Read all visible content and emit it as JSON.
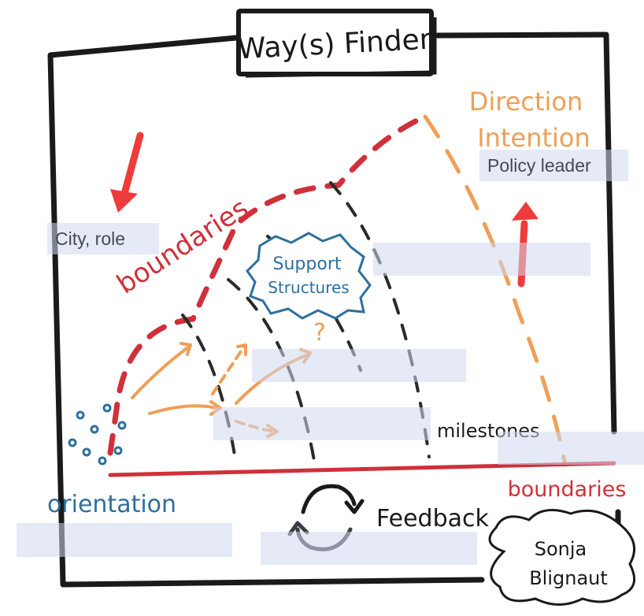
{
  "title": "Way(s) Finder",
  "labels": {
    "direction": "Direction",
    "intention": "Intention",
    "boundaries_top": "boundaries",
    "support_line1": "Support",
    "support_line2": "Structures",
    "question": "?",
    "milestones": "milestones",
    "orientation": "orientation",
    "boundaries_bottom": "boundaries",
    "feedback": "Feedback",
    "author_line1": "Sonja",
    "author_line2": "Blignaut"
  },
  "overlays": {
    "city_role": "City, role",
    "policy_leader": "Policy leader",
    "blank_1": "",
    "blank_2": "",
    "blank_3": "",
    "blank_4": "",
    "blank_5": "",
    "blank_6": ""
  },
  "colors": {
    "ink": "#1a1a1a",
    "red": "#d0303a",
    "orange": "#ef9f58",
    "blue": "#2e6f9e",
    "arrow_red": "#ef3b3b",
    "overlay": "#d3d8f0"
  }
}
